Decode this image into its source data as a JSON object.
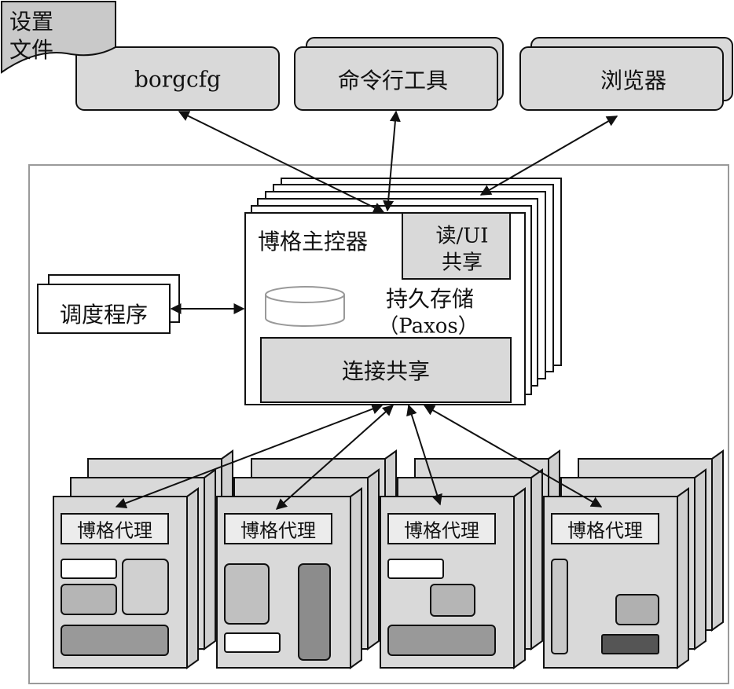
{
  "settings_file": {
    "line1": "设置",
    "line2": "文件"
  },
  "top_tools": {
    "borgcfg": "borgcfg",
    "cli": "命令行工具",
    "browser": "浏览器"
  },
  "master": {
    "title": "博格主控器",
    "readui_line1": "读/UI",
    "readui_line2": "共享",
    "persist_line1": "持久存储",
    "persist_line2": "（Paxos）",
    "link_share": "连接共享"
  },
  "scheduler": "调度程序",
  "agents": [
    "博格代理",
    "博格代理",
    "博格代理",
    "博格代理"
  ],
  "colors": {
    "box_fill": "#d9d9d9",
    "white_fill": "#ffffff",
    "dark_fill": "#555555",
    "mid_fill": "#999999",
    "stroke": "#111111",
    "frame": "#9a9a9a"
  }
}
